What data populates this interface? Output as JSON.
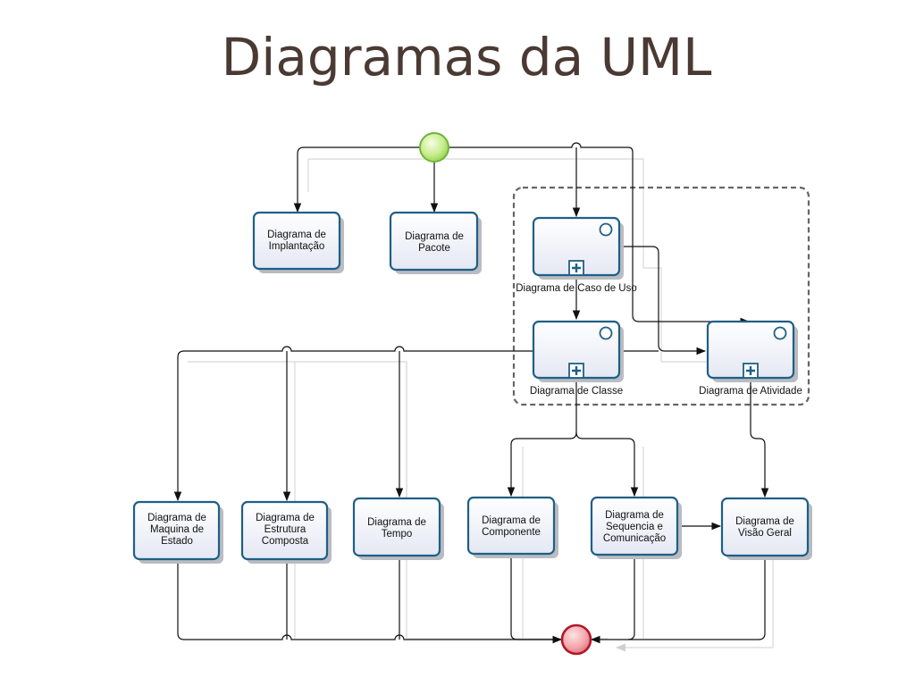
{
  "title": "Diagramas da UML",
  "boxes": {
    "implantacao": [
      "Diagrama de",
      "Implantação"
    ],
    "pacote": [
      "Diagrama de",
      "Pacote"
    ],
    "caso_de_uso": "Diagrama de Caso de Uso",
    "classe": "Diagrama de Classe",
    "atividade": "Diagrama de Atividade",
    "maquina_estado": [
      "Diagrama de",
      "Maquina de",
      "Estado"
    ],
    "estrutura_composta": [
      "Diagrama de",
      "Estrutura",
      "Composta"
    ],
    "tempo": [
      "Diagrama de",
      "Tempo"
    ],
    "componente": [
      "Diagrama de",
      "Componente"
    ],
    "sequencia": [
      "Diagrama de",
      "Sequencia e",
      "Comunicação"
    ],
    "visao_geral": [
      "Diagrama de",
      "Visão Geral"
    ]
  },
  "colors": {
    "title": "#4a3a33",
    "box_border": "#1f5f86",
    "start_event": "#8fd34a",
    "end_event": "#e0404a"
  }
}
